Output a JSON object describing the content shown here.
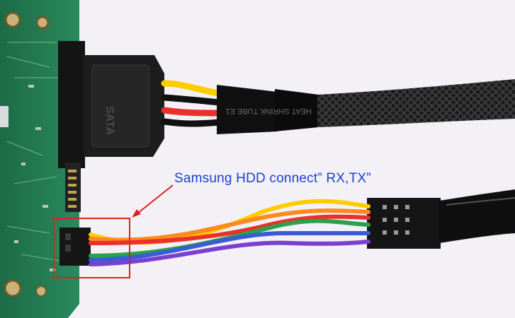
{
  "caption": {
    "text": "Samsung HDD connect”  RX,TX”",
    "color": "#1a3fd0"
  },
  "callout": {
    "box_color": "#e02020",
    "arrow_color": "#e02020"
  },
  "sata_connector_label": "SATA",
  "heat_shrink_text": "HEAT SHRINK TUBE E1",
  "wire_colors": [
    "#ffcc00",
    "#ff8a1f",
    "#e8312a",
    "#2aa14a",
    "#3a5bd6",
    "#7a3fd0"
  ]
}
